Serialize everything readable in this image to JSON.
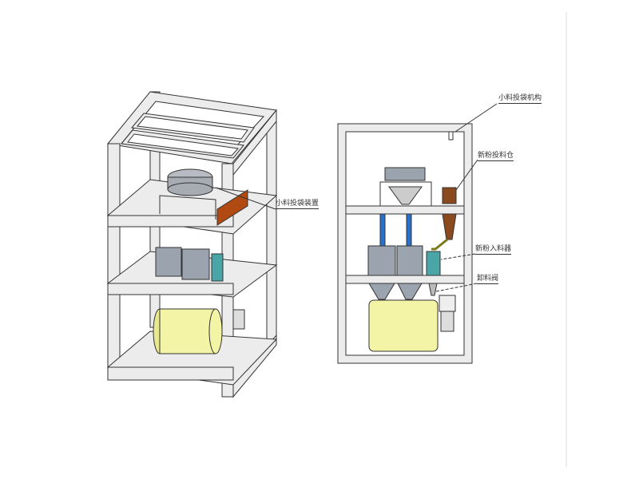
{
  "labels": {
    "left_bag_device": "小料投袋装置",
    "bag_mechanism": "小料投袋机构",
    "powder_hopper": "新粉投料仓",
    "powder_feeder": "新粉入料器",
    "discharge_valve": "卸料阀"
  },
  "colors": {
    "frame": "#ececec",
    "mixer": "#f4f4a6",
    "bin": "#9aa3ae",
    "teal_box": "#4aa6a6",
    "pipe": "#2a6fc9",
    "hopper": "#8a4a1e",
    "bag_rack": "#b04a12"
  }
}
